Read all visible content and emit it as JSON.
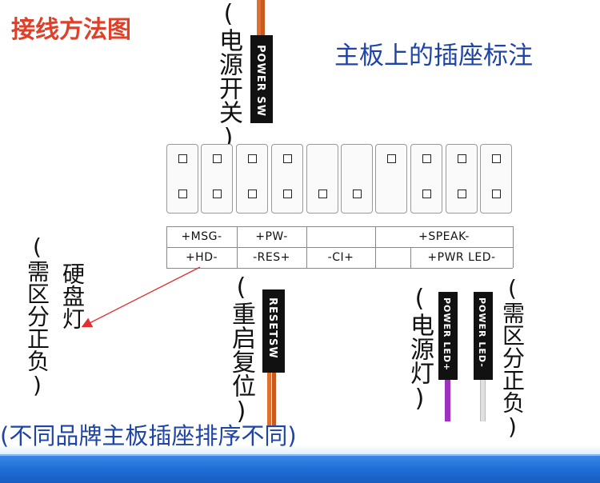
{
  "header": {
    "title": "接线方法图",
    "subtitle": "主板上的插座标注"
  },
  "wires": {
    "power_sw": {
      "label": "(电源开关)",
      "tag": "POWER SW",
      "color": "#e07030"
    },
    "reset_sw": {
      "label": "(重启复位)",
      "tag": "RESETSW",
      "color": "#e07030"
    },
    "hdd_led": {
      "label": "硬盘灯",
      "note": "(需区分正负)"
    },
    "power_led": {
      "label": "(电源灯)",
      "tag_plus": "POWER LED+",
      "tag_minus": "POWER LED-",
      "plus_color": "#a030c0",
      "minus_color": "#e0e0e0",
      "note": "(需区分正负)"
    }
  },
  "header_pins": {
    "top_row": [
      true,
      true,
      true,
      true,
      false,
      false,
      true,
      true,
      true,
      true
    ],
    "bottom_row": [
      true,
      true,
      true,
      true,
      true,
      true,
      false,
      true,
      true,
      true
    ]
  },
  "pin_labels": {
    "top": [
      "+MSG-",
      "+PW-",
      "",
      "+SPEAK-"
    ],
    "bottom": [
      "+HD-",
      "-RES+",
      "-CI+",
      "+PWR LED-"
    ]
  },
  "footer": {
    "note": "(不同品牌主板插座排序不同)"
  },
  "colors": {
    "title": "#e0402a",
    "subtitle": "#1e44a8",
    "arrow": "#e03030",
    "bottom_band": "#1e6fd8"
  }
}
